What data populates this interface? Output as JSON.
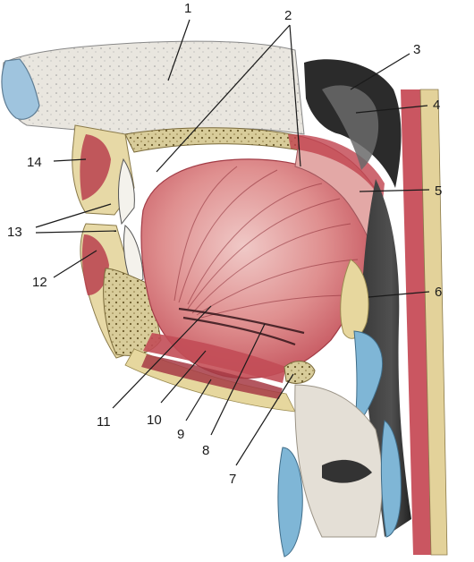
{
  "labels": {
    "l1": "1",
    "l2": "2",
    "l3": "3",
    "l4": "4",
    "l5": "5",
    "l6": "6",
    "l7": "7",
    "l8": "8",
    "l9": "9",
    "l10": "10",
    "l11": "11",
    "l12": "12",
    "l13": "13",
    "l14": "14"
  },
  "colors": {
    "muscle": "#c8505a",
    "muscle_light": "#e7b1b0",
    "bone": "#e8dcb6",
    "fat": "#e6d79e",
    "cavity": "#2a2a2a",
    "mucosa": "#d8d4cc",
    "cartilage": "#7fb6d6"
  }
}
